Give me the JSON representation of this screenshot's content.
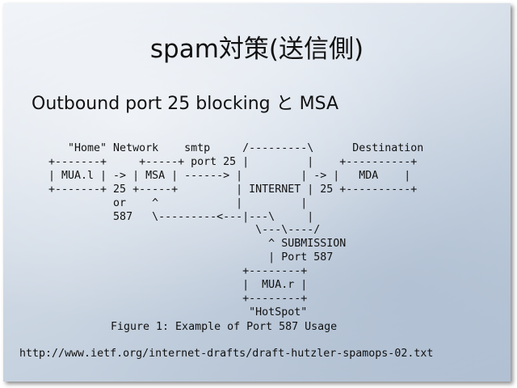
{
  "slide": {
    "title": "spam対策(送信側)",
    "subtitle": "Outbound port 25 blocking と MSA",
    "diagram_lines": [
      "   \"Home\" Network    smtp     /---------\\      Destination",
      "+-------+     +-----+ port 25 |         |    +----------+",
      "| MUA.l | -> | MSA | ------> |         | -> |   MDA    |",
      "+-------+ 25 +-----+         | INTERNET | 25 +----------+",
      "          or    ^            |         |",
      "          587   \\---------<---|---\\     |",
      "                                \\---\\----/",
      "                                  ^ SUBMISSION",
      "                                  | Port 587",
      "                              +--------+",
      "                              |  MUA.r |",
      "                              +--------+",
      "                               \"HotSpot\""
    ],
    "caption": "Figure 1: Example of Port 587 Usage",
    "source_url": "http://www.ietf.org/internet-drafts/draft-hutzler-spamops-02.txt"
  }
}
